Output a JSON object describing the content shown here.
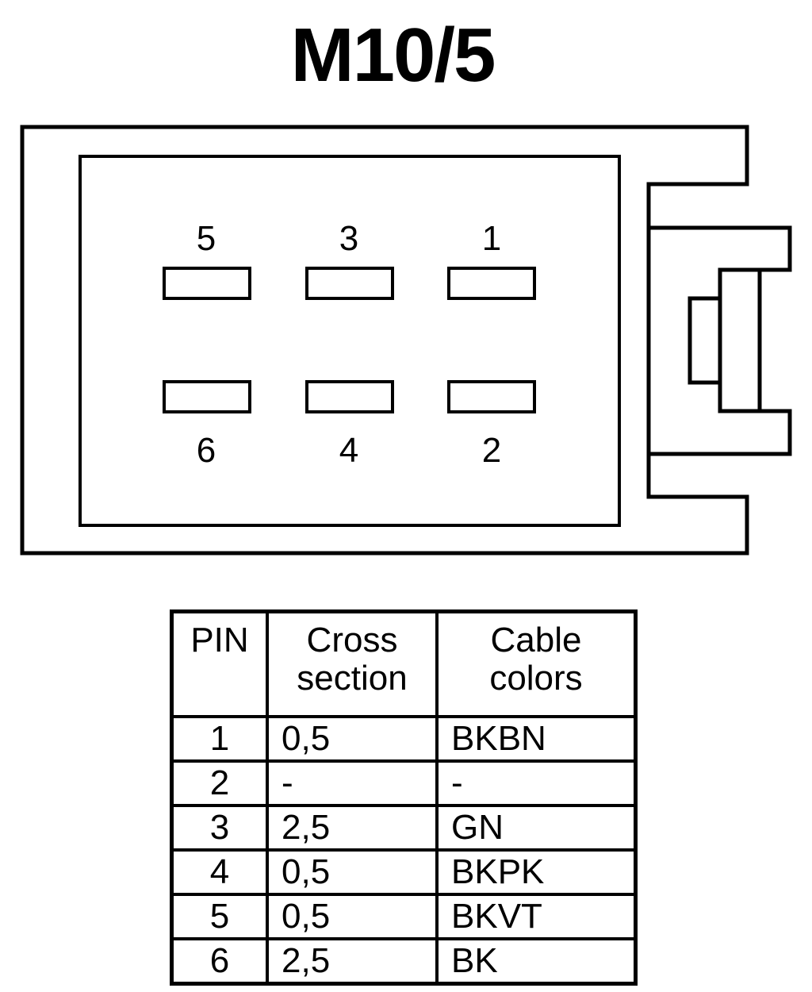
{
  "title": "M10/5",
  "pins": {
    "top": [
      "5",
      "3",
      "1"
    ],
    "bottom": [
      "6",
      "4",
      "2"
    ]
  },
  "table": {
    "headers": {
      "pin": "PIN",
      "cross_line1": "Cross",
      "cross_line2": "section",
      "color_line1": "Cable",
      "color_line2": "colors"
    },
    "rows": [
      {
        "pin": "1",
        "cross": "0,5",
        "color": "BKBN"
      },
      {
        "pin": "2",
        "cross": "-",
        "color": "-"
      },
      {
        "pin": "3",
        "cross": "2,5",
        "color": "GN"
      },
      {
        "pin": "4",
        "cross": "0,5",
        "color": "BKPK"
      },
      {
        "pin": "5",
        "cross": "0,5",
        "color": "BKVT"
      },
      {
        "pin": "6",
        "cross": "2,5",
        "color": "BK"
      }
    ]
  }
}
